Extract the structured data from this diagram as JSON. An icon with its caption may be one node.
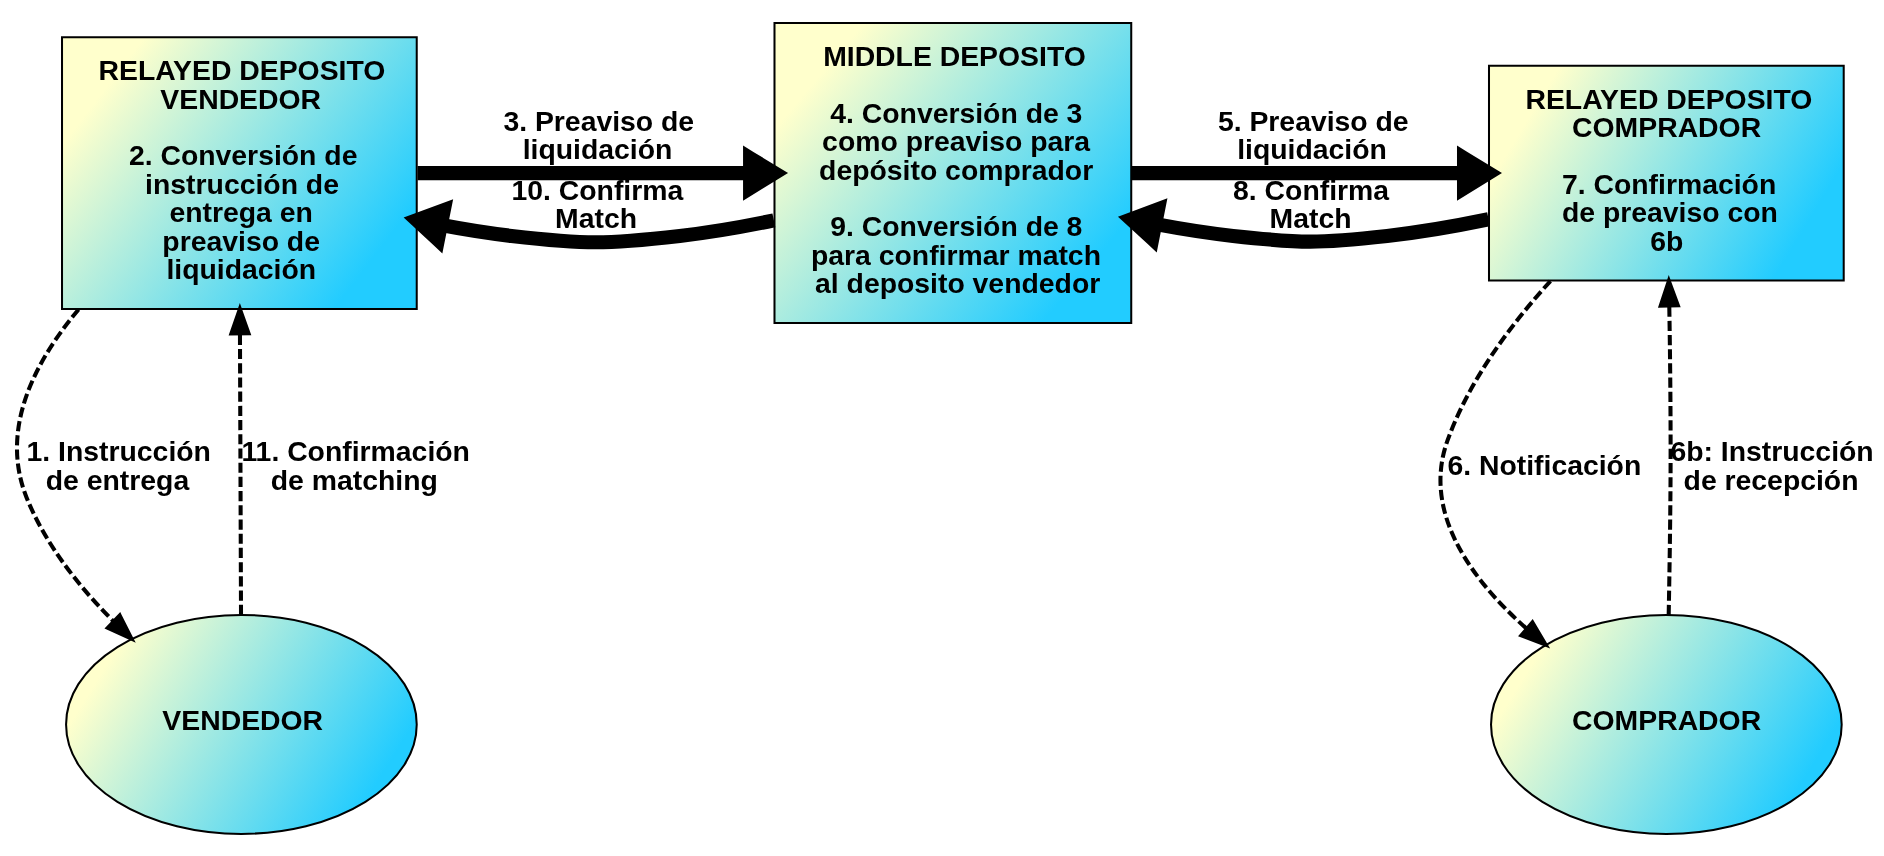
{
  "diagram": {
    "nodes": [
      {
        "text": [
          "RELAYED DEPOSITO VENDEDOR",
          "2. Conversión de instrucción de entrega en preaviso de liquidación"
        ]
      },
      {
        "text": [
          "MIDDLE DEPOSITO",
          "4. Conversión de 3 como preaviso para depósito comprador",
          "9. Conversión de 8 para confirmar match al deposito vendedor"
        ]
      },
      {
        "text": [
          "RELAYED DEPOSITO COMPRADOR",
          "7. Confirmación de preaviso con 6b"
        ]
      },
      {
        "text": [
          "VENDEDOR"
        ]
      },
      {
        "text": [
          "COMPRADOR"
        ]
      }
    ],
    "edges": [
      {
        "from": 0,
        "to": 1,
        "arrow": "to",
        "label": "3. Preaviso de liquidación",
        "style": "thick"
      },
      {
        "from": 1,
        "to": 2,
        "arrow": "to",
        "label": "5. Preaviso de liquidación",
        "style": "thick"
      },
      {
        "from": 1,
        "to": 0,
        "arrow": "to",
        "label": "10. Confirma Match",
        "style": "thick"
      },
      {
        "from": 2,
        "to": 1,
        "arrow": "to",
        "label": "8. Confirma Match",
        "style": "thick"
      },
      {
        "from": 0,
        "to": 3,
        "arrow": "to",
        "label": "1. Instrucción de entrega",
        "style": "dashed"
      },
      {
        "from": 3,
        "to": 0,
        "arrow": "to",
        "label": "11. Confirmación de matching",
        "style": "dashed"
      },
      {
        "from": 2,
        "to": 4,
        "arrow": "to",
        "label": "6. Notificación",
        "style": "dashed"
      },
      {
        "from": 4,
        "to": 2,
        "arrow": "to",
        "label": "6b: Instrucción de recepción",
        "style": "dashed"
      }
    ]
  }
}
